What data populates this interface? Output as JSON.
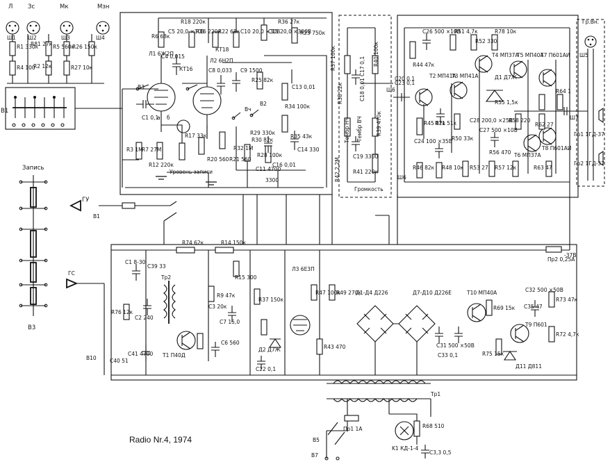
{
  "caption": "Radio Nr.4, 1974",
  "inputs": {
    "sockets": [
      "Л",
      "Зс",
      "Мк",
      "Мзн"
    ],
    "plugs": [
      "Ш1",
      "Ш2",
      "Ш3",
      "Ш4"
    ],
    "resistors": [
      "R1 330к",
      "R4 100",
      "R81 27к",
      "R2 12к",
      "R5 560к",
      "R26 150к",
      "R27 10к"
    ],
    "switch": "В1"
  },
  "record_switch": {
    "title": "Запись",
    "name": "В3"
  },
  "preamp": {
    "labels": [
      "R6 68к",
      "C5 20,0 ×30В",
      "R16 220к",
      "R18 220к",
      "C4 0,015",
      "Л1 6Ж2П",
      "R22 68к",
      "C10 20,0 ×30В",
      "C15 20,0 ×300В",
      "R36 27к",
      "R23 750к",
      "Л2 6Н2П",
      "C8 0,033",
      "C9 1500",
      "R25 82к",
      "C13 0,01",
      "R34 100к",
      "R29 330к",
      "R35 43к",
      "C14 330",
      "C1 0,1",
      "R3 1М",
      "R7 27М",
      "R12 220к",
      "R17 33к",
      "R20 560",
      "R21 560",
      "C16 0,01",
      "R28 100к",
      "В3",
      "Вч",
      "В2",
      "а",
      "б",
      "Уровень записи",
      "3300",
      "КТ16",
      "КТ18",
      "R32 1М",
      "R30 82к",
      "С11 4700"
    ]
  },
  "tone": {
    "labels": [
      "R37 100к",
      "R38 22к",
      "C17 0,1",
      "C18 0,01",
      "C19 3300",
      "R40 100к",
      "R41 220к",
      "R39 470к",
      "R42 2,2М",
      "Тембр НЧ",
      "Тембр ВЧ",
      "Громкость",
      "Ш6",
      "C20 0,1"
    ]
  },
  "power_amp": {
    "labels": [
      "C26 500 ×10В",
      "R51 4,7к",
      "R52 330",
      "R78 10к",
      "T4 МП37А",
      "T5 МП40А",
      "T7 П601АИ",
      "R44 47к",
      "C23 0,1",
      "T2 МП41А",
      "T3 МП41А",
      "Д1 Д7Ж",
      "R55 1,5к",
      "R64 1",
      "C28 200,0 ×25В",
      "R45 82к",
      "C24 100 ×35В",
      "R71 51к",
      "R50 33к",
      "C27 500 ×10В",
      "R58 220",
      "R62 27",
      "T6 МП37А",
      "T8 П601АИ",
      "R46 82к",
      "R48 10к",
      "R53 27",
      "R57 12к",
      "R63 47",
      "R56 470",
      "Ш6",
      "Ш7"
    ]
  },
  "speakers": {
    "labels": [
      "Гр.Вн.",
      "Ш5",
      "Гр1 1ГД-37",
      "Гр2 1ГД-37"
    ]
  },
  "oscillator": {
    "labels": [
      "ГУ",
      "В1",
      "R74 62к",
      "R14 150к",
      "C1 8-30",
      "C39 33",
      "Тр2",
      "R15 300",
      "R9 47к",
      "C2 240",
      "C3 20к",
      "C7 15,0",
      "C6 560",
      "T1 П40Д",
      "ГС",
      "R76 12к",
      "В10",
      "C41 4700",
      "C40 51"
    ]
  },
  "indicator": {
    "labels": [
      "Л3 6Е3П",
      "R37 150к",
      "R47 100к",
      "R49 270к",
      "Д2 Д7Ж",
      "C22 0,1",
      "R43 470"
    ]
  },
  "power_supply": {
    "labels": [
      "Д1-Д4 Д226",
      "Д7-Д10 Д226Е",
      "C32 500 ×50В",
      "C31 500 ×50В",
      "T10 МП40А",
      "T9 П601",
      "R69 15к",
      "R75 15к",
      "Д11 Д811",
      "Пр2 0,25А",
      "-37В",
      "C33 0,1",
      "R73 47к",
      "R72 4,7к",
      "C35 47"
    ]
  },
  "mains": {
    "labels": [
      "Тр1",
      "В5",
      "Пр1 1А",
      "K1 КД-1-4",
      "R68 510",
      "С3,3 0,5",
      "В7"
    ]
  }
}
